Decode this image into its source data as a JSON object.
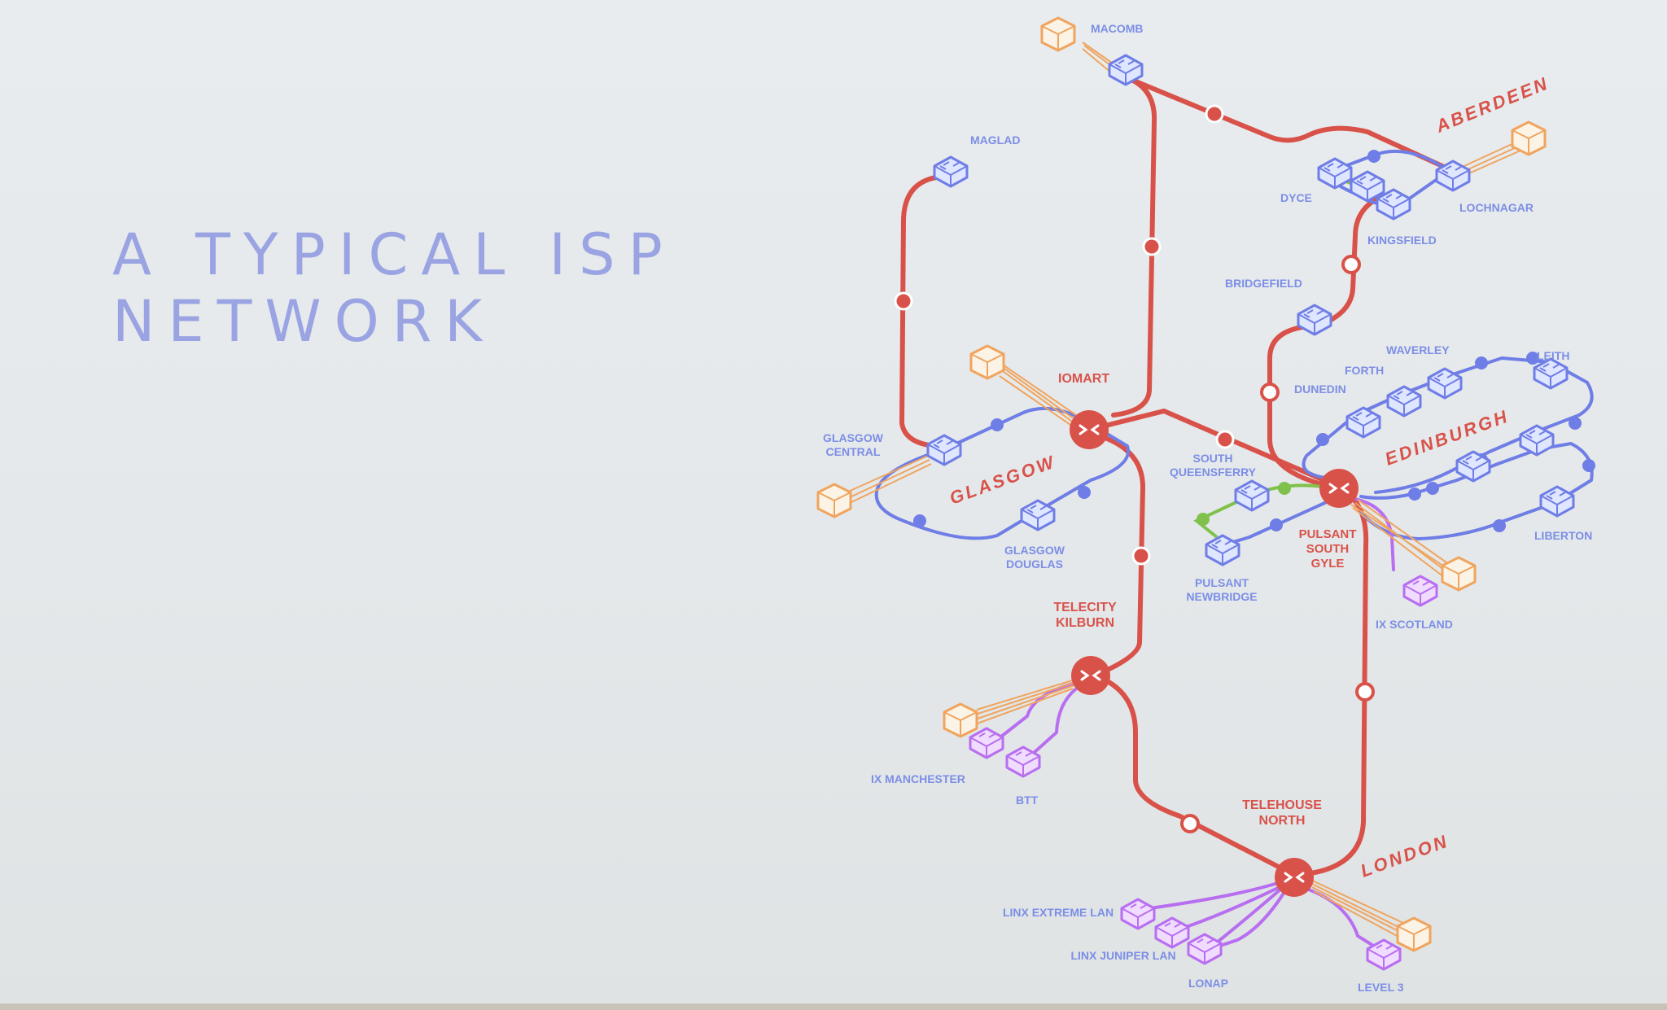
{
  "slide": {
    "title_line1": "A TYPICAL ISP",
    "title_line2": "NETWORK"
  },
  "colors": {
    "core": "#d9524a",
    "metro": "#6f7de6",
    "peer": "#b86ef0",
    "green": "#7fc14a",
    "server": "#f0a45e"
  },
  "labels": {
    "macomb": "MACOMB",
    "maglad": "MAGLAD",
    "aberdeen": "ABERDEEN",
    "dyce": "DYCE",
    "lochnagar": "LOCHNAGAR",
    "bridgefield": "BRIDGEFIELD",
    "kingsfield": "KINGSFIELD",
    "iomart": "IOMART",
    "waverley": "WAVERLEY",
    "leith": "LEITH",
    "forth": "FORTH",
    "dunedin": "DUNEDIN",
    "edinburgh": "EDINBURGH",
    "glasgow": "GLASGOW",
    "glasgow_central": "GLASGOW CENTRAL",
    "south_queensferry": "SOUTH QUEENSFERRY",
    "glasgow_douglas": "GLASGOW DOUGLAS",
    "pulsant_south_gyle": "PULSANT SOUTH GYLE",
    "pulsant_newbridge": "PULSANT NEWBRIDGE",
    "liberton": "LIBERTON",
    "telecity_kilburn": "TELECITY KILBURN",
    "ix_scotland": "IX SCOTLAND",
    "ix_manchester": "IX MANCHESTER",
    "btt": "BTT",
    "telehouse_north": "TELEHOUSE NORTH",
    "london": "LONDON",
    "linx_extreme_lan": "LINX EXTREME LAN",
    "linx_juniper_lan": "LINX JUNIPER LAN",
    "lonap": "LONAP",
    "level3": "LEVEL 3"
  }
}
